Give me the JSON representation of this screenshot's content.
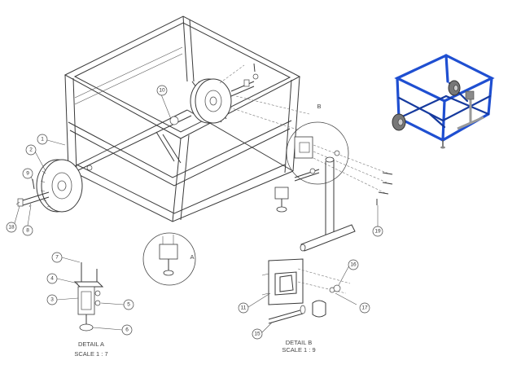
{
  "balloons": [
    {
      "id": "balloon-1",
      "text": "1"
    },
    {
      "id": "balloon-2",
      "text": "2"
    },
    {
      "id": "balloon-3",
      "text": "3"
    },
    {
      "id": "balloon-4",
      "text": "4"
    },
    {
      "id": "balloon-5",
      "text": "5"
    },
    {
      "id": "balloon-6",
      "text": "6"
    },
    {
      "id": "balloon-7",
      "text": "7"
    },
    {
      "id": "balloon-8",
      "text": "8"
    },
    {
      "id": "balloon-9",
      "text": "9"
    },
    {
      "id": "balloon-10",
      "text": "10"
    },
    {
      "id": "balloon-11",
      "text": "11"
    },
    {
      "id": "balloon-15",
      "text": "15"
    },
    {
      "id": "balloon-16",
      "text": "16"
    },
    {
      "id": "balloon-17",
      "text": "17"
    },
    {
      "id": "balloon-18",
      "text": "18"
    },
    {
      "id": "balloon-19",
      "text": "19"
    }
  ],
  "detail_markers": {
    "a": "A",
    "b": "B"
  },
  "detail_a": {
    "title": "DETAIL A",
    "scale": "SCALE 1 : 7"
  },
  "detail_b": {
    "title": "DETAIL B",
    "scale": "SCALE 1 : 9"
  },
  "colors": {
    "preview_frame": "#1f4fd1",
    "line": "#3a3a3a",
    "background": "#ffffff"
  }
}
